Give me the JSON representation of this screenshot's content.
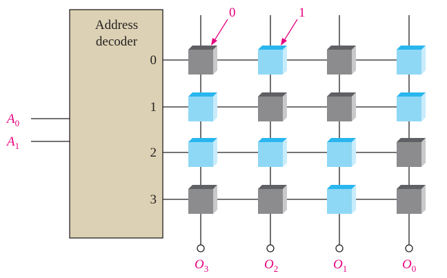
{
  "decoder": {
    "title_line1": "Address",
    "title_line2": "decoder",
    "fill_color": "#dcd1b4",
    "row_labels": [
      "0",
      "1",
      "2",
      "3"
    ]
  },
  "inputs": [
    {
      "letter": "A",
      "sub": "0"
    },
    {
      "letter": "A",
      "sub": "1"
    }
  ],
  "outputs": [
    {
      "letter": "O",
      "sub": "3"
    },
    {
      "letter": "O",
      "sub": "2"
    },
    {
      "letter": "O",
      "sub": "1"
    },
    {
      "letter": "O",
      "sub": "0"
    }
  ],
  "cells": [
    [
      0,
      1,
      0,
      1
    ],
    [
      1,
      0,
      0,
      1
    ],
    [
      1,
      1,
      1,
      0
    ],
    [
      0,
      0,
      1,
      0
    ]
  ],
  "callouts": [
    {
      "text": "0",
      "row": 0,
      "col": 0
    },
    {
      "text": "1",
      "row": 0,
      "col": 1
    }
  ],
  "colors": {
    "one_cell": "#8fd8f5",
    "zero_cell": "#8c8c8f",
    "label_magenta": "#e6007e",
    "line": "#231f20"
  }
}
